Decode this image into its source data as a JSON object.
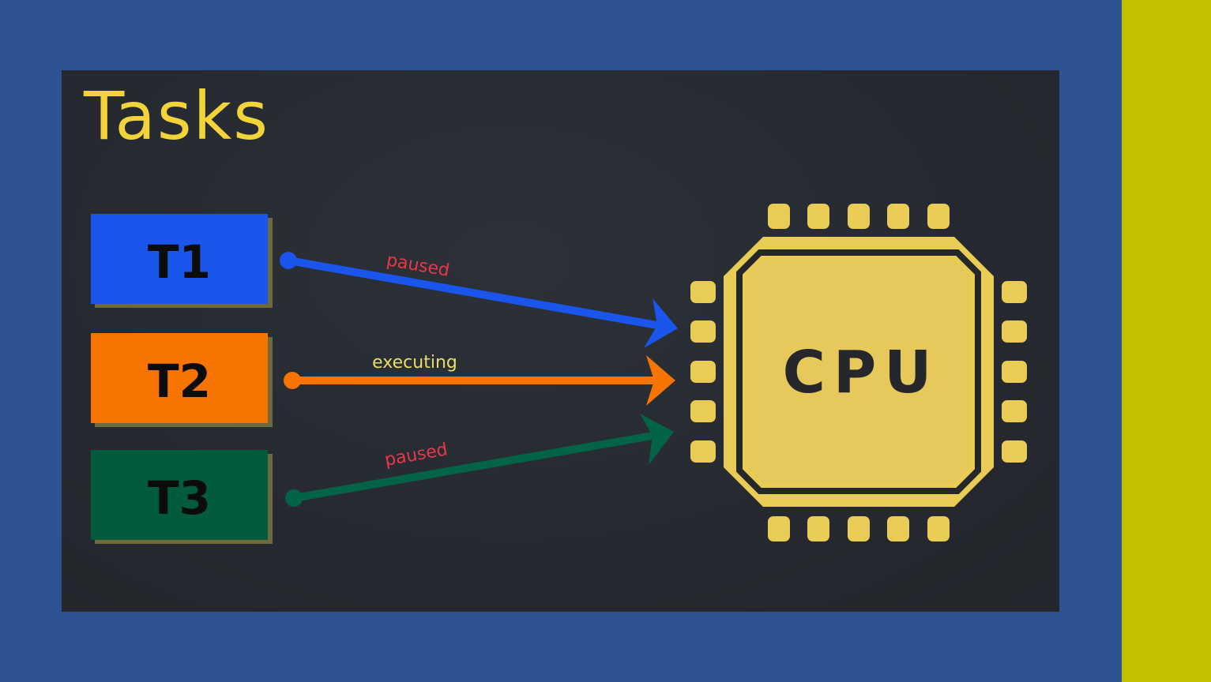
{
  "title": "Tasks",
  "tasks": [
    {
      "label": "T1",
      "color": "#1a55ec"
    },
    {
      "label": "T2",
      "color": "#f77400"
    },
    {
      "label": "T3",
      "color": "#035b3d"
    }
  ],
  "arrows": [
    {
      "label": "paused",
      "label_color": "#e8384a",
      "line_color": "#1a55ec"
    },
    {
      "label": "executing",
      "label_color": "#e8dc6a",
      "line_color": "#f77400"
    },
    {
      "label": "paused",
      "label_color": "#e8384a",
      "line_color": "#036346"
    }
  ],
  "cpu": {
    "label": "CPU",
    "color": "#e8cc55"
  },
  "colors": {
    "background": "#2d5395",
    "panel": "#272b31",
    "side_strip": "#c2c100",
    "title": "#f2d33a"
  }
}
